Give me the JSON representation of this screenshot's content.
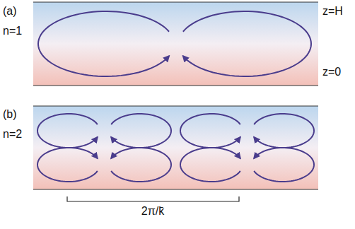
{
  "diagram": {
    "labels": [
      "(a)",
      "n=1",
      "z=H",
      "z=0",
      "(b)",
      "n=2",
      "2π/k̄"
    ]
  }
}
